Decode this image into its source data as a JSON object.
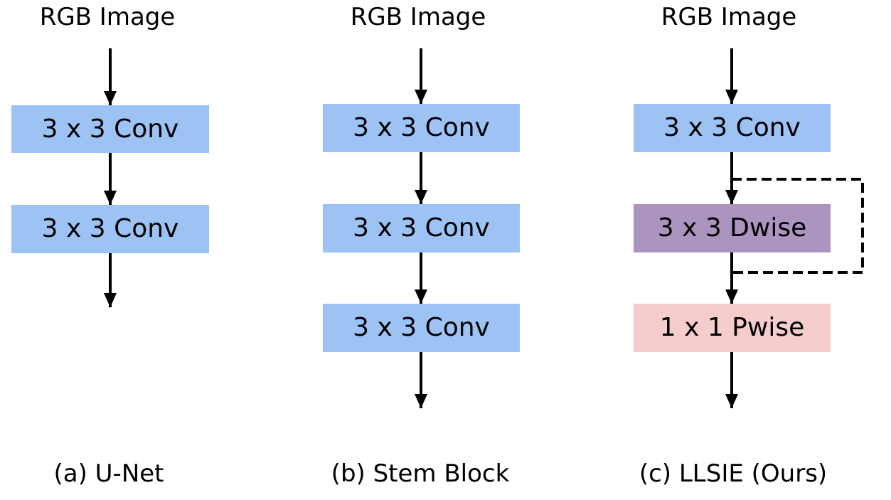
{
  "colors": {
    "conv": "#9dc3f5",
    "dwise": "#ab94bf",
    "pwise": "#f5cdcd",
    "stroke": "#000000"
  },
  "columns": [
    {
      "input_label": "RGB Image",
      "blocks": [
        "3 x 3 Conv",
        "3 x 3 Conv"
      ],
      "caption": "(a) U-Net"
    },
    {
      "input_label": "RGB Image",
      "blocks": [
        "3 x 3 Conv",
        "3 x 3 Conv",
        "3 x 3 Conv"
      ],
      "caption": "(b) Stem Block"
    },
    {
      "input_label": "RGB Image",
      "blocks": [
        "3 x 3 Conv",
        "3 x 3 Dwise",
        "1 x 1 Pwise"
      ],
      "caption": "(c) LLSIE (Ours)"
    }
  ]
}
